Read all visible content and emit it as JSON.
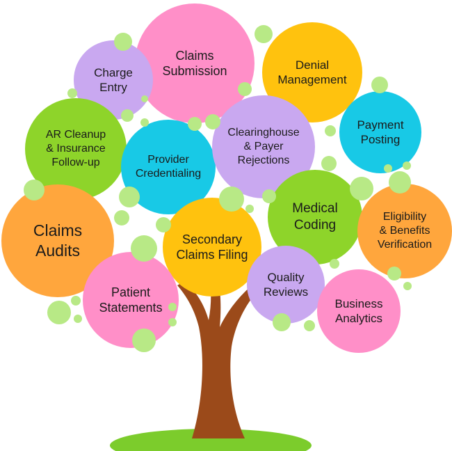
{
  "colors": {
    "pink": "#ff8fc8",
    "lavender": "#c9a8f0",
    "yellow": "#ffc20e",
    "cyan": "#18c9e6",
    "green": "#8ed42a",
    "orange": "#ffa63d",
    "dot": "#b8e986",
    "trunk": "#9b4a1a",
    "grass": "#7ccc2c"
  },
  "bubbles": [
    {
      "key": "claims-submission",
      "label": "Claims\nSubmission",
      "color": "pink"
    },
    {
      "key": "charge-entry",
      "label": "Charge\nEntry",
      "color": "lavender"
    },
    {
      "key": "denial-management",
      "label": "Denial\nManagement",
      "color": "yellow"
    },
    {
      "key": "payment-posting",
      "label": "Payment\nPosting",
      "color": "cyan"
    },
    {
      "key": "ar-cleanup",
      "label": "AR Cleanup\n& Insurance\nFollow-up",
      "color": "green"
    },
    {
      "key": "provider-credentialing",
      "label": "Provider\nCredentialing",
      "color": "cyan"
    },
    {
      "key": "clearinghouse",
      "label": "Clearinghouse\n& Payer\nRejections",
      "color": "lavender"
    },
    {
      "key": "medical-coding",
      "label": "Medical\nCoding",
      "color": "green"
    },
    {
      "key": "eligibility",
      "label": "Eligibility\n& Benefits\nVerification",
      "color": "orange"
    },
    {
      "key": "claims-audits",
      "label": "Claims\nAudits",
      "color": "orange"
    },
    {
      "key": "secondary-claims",
      "label": "Secondary\nClaims Filing",
      "color": "yellow"
    },
    {
      "key": "patient-statements",
      "label": "Patient\nStatements",
      "color": "pink"
    },
    {
      "key": "quality-reviews",
      "label": "Quality\nReviews",
      "color": "lavender"
    },
    {
      "key": "business-analytics",
      "label": "Business\nAnalytics",
      "color": "pink"
    }
  ]
}
